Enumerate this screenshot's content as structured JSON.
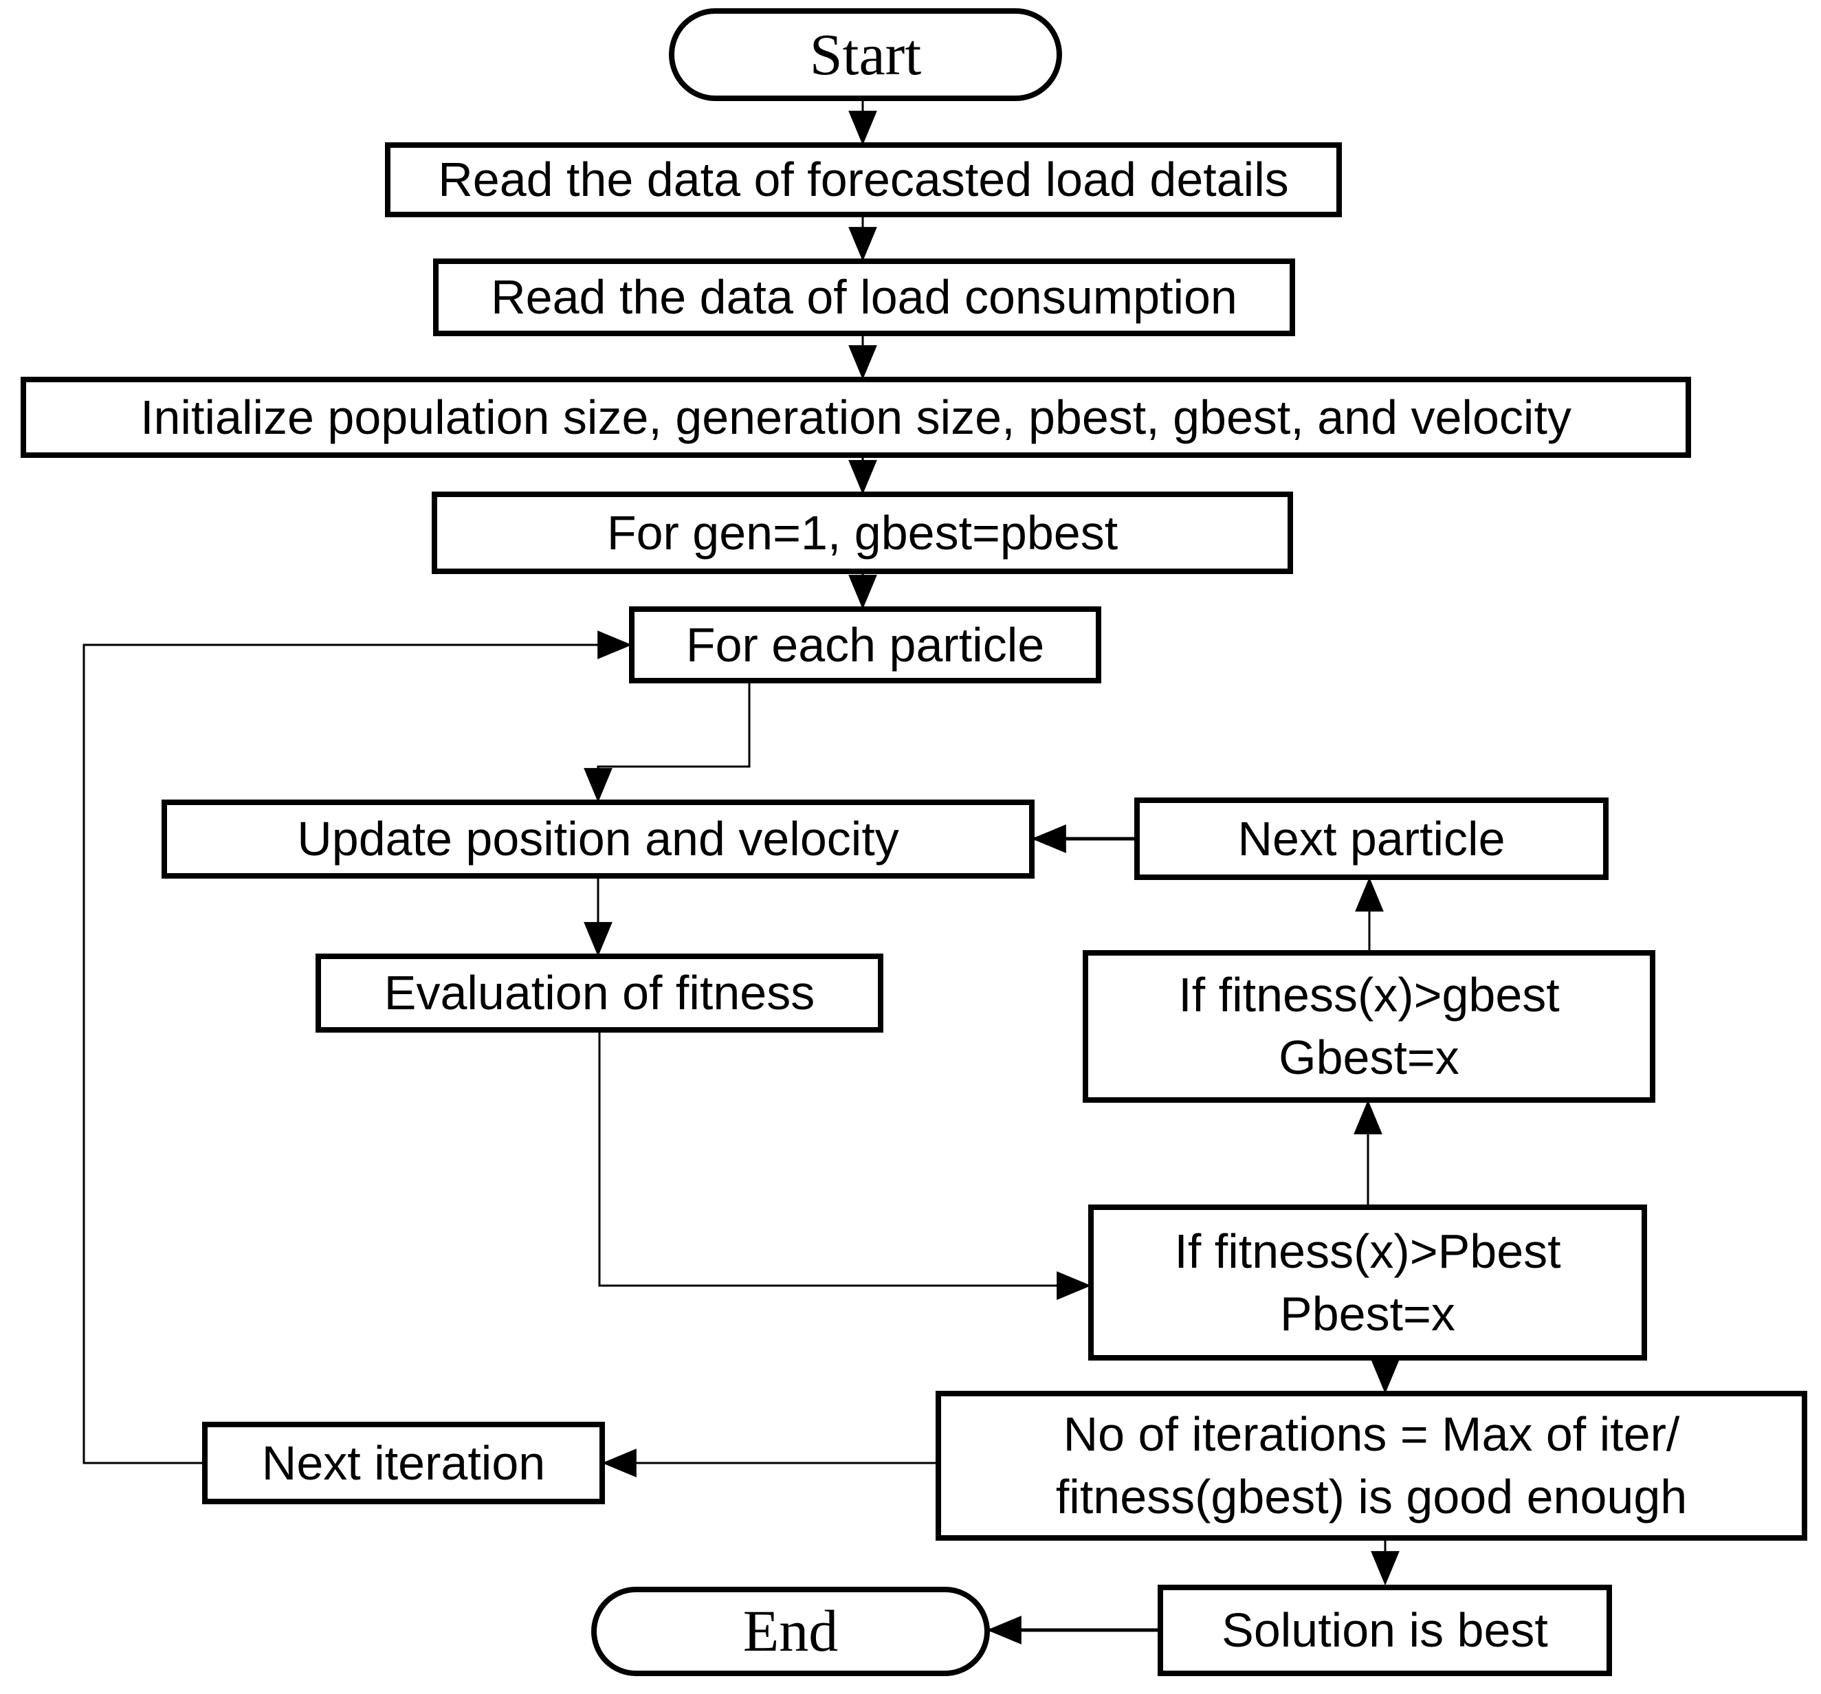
{
  "colors": {
    "line": "#000000",
    "fill": "#ffffff",
    "text": "#000000"
  },
  "nodes": {
    "start": {
      "label": "Start",
      "shape": "terminator"
    },
    "read_forecast": {
      "label": "Read the data of forecasted load details",
      "shape": "process"
    },
    "read_consumption": {
      "label": "Read the data of load consumption",
      "shape": "process"
    },
    "initialize": {
      "label": "Initialize population size, generation size, pbest, gbest, and velocity",
      "shape": "process"
    },
    "for_gen": {
      "label": "For gen=1, gbest=pbest",
      "shape": "process"
    },
    "for_each": {
      "label": "For each particle",
      "shape": "process"
    },
    "update": {
      "label": "Update position and velocity",
      "shape": "process"
    },
    "next_particle": {
      "label": "Next particle",
      "shape": "process"
    },
    "eval": {
      "label": "Evaluation of fitness",
      "shape": "process"
    },
    "gbest": {
      "label": "If fitness(x)>gbest\nGbest=x",
      "shape": "process"
    },
    "pbest": {
      "label": "If fitness(x)>Pbest\nPbest=x",
      "shape": "process"
    },
    "no_iter": {
      "label": "No of iterations = Max of iter/\nfitness(gbest) is good enough",
      "shape": "process"
    },
    "next_iter": {
      "label": "Next iteration",
      "shape": "process"
    },
    "solution": {
      "label": "Solution is best",
      "shape": "process"
    },
    "end": {
      "label": "End",
      "shape": "terminator"
    }
  },
  "edges": [
    {
      "from": "start",
      "to": "read_forecast"
    },
    {
      "from": "read_forecast",
      "to": "read_consumption"
    },
    {
      "from": "read_consumption",
      "to": "initialize"
    },
    {
      "from": "initialize",
      "to": "for_gen"
    },
    {
      "from": "for_gen",
      "to": "for_each"
    },
    {
      "from": "for_each",
      "to": "update"
    },
    {
      "from": "update",
      "to": "eval"
    },
    {
      "from": "next_particle",
      "to": "update"
    },
    {
      "from": "eval",
      "to": "pbest"
    },
    {
      "from": "pbest",
      "to": "gbest"
    },
    {
      "from": "gbest",
      "to": "next_particle"
    },
    {
      "from": "pbest",
      "to": "no_iter"
    },
    {
      "from": "no_iter",
      "to": "next_iter"
    },
    {
      "from": "next_iter",
      "to": "for_each"
    },
    {
      "from": "no_iter",
      "to": "solution"
    },
    {
      "from": "solution",
      "to": "end"
    }
  ]
}
